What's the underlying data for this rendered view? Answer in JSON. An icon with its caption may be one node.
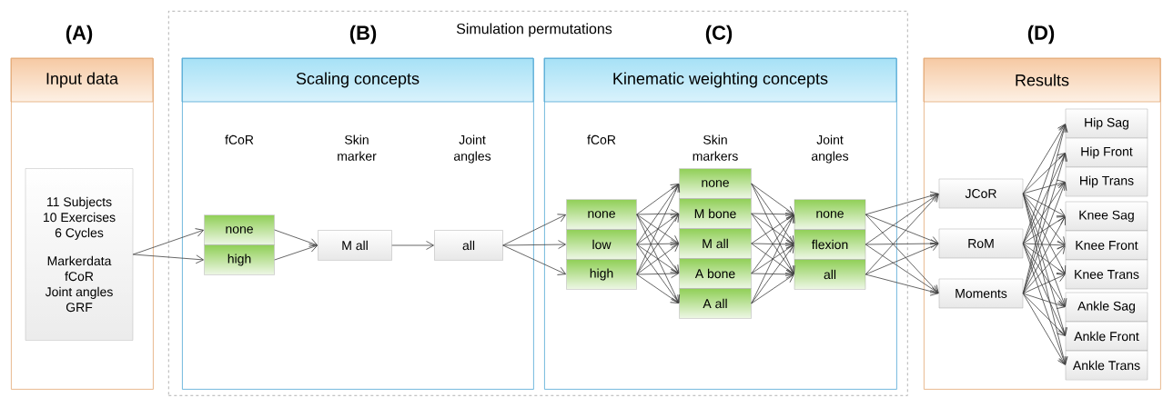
{
  "diagram": {
    "nodes": [
      {
        "text": [
          "Input data"
        ]
      },
      {
        "text": [
          "11 Subjects",
          "10 Exercises",
          "6 Cycles",
          "Markerdata",
          "fCoR",
          "Joint angles",
          "GRF"
        ],
        "in": 0
      },
      {
        "text": [
          "Simulation permutations"
        ]
      },
      {
        "text": [
          "Scaling concepts"
        ],
        "in": 2
      },
      {
        "text": [
          "none"
        ],
        "in": 3
      },
      {
        "text": [
          "high"
        ],
        "in": 3
      },
      {
        "text": [
          "M all"
        ],
        "in": 3
      },
      {
        "text": [
          "all"
        ],
        "in": 3
      },
      {
        "text": [
          "Kinematic weighting concepts"
        ],
        "in": 2
      },
      {
        "text": [
          "none"
        ],
        "in": 8
      },
      {
        "text": [
          "low"
        ],
        "in": 8
      },
      {
        "text": [
          "high"
        ],
        "in": 8
      },
      {
        "text": [
          "none"
        ],
        "in": 8
      },
      {
        "text": [
          "M bone"
        ],
        "in": 8
      },
      {
        "text": [
          "M all"
        ],
        "in": 8
      },
      {
        "text": [
          "A bone"
        ],
        "in": 8
      },
      {
        "text": [
          "A all"
        ],
        "in": 8
      },
      {
        "text": [
          "none"
        ],
        "in": 8
      },
      {
        "text": [
          "flexion"
        ],
        "in": 8
      },
      {
        "text": [
          "all"
        ],
        "in": 8
      },
      {
        "text": [
          "Results"
        ]
      },
      {
        "text": [
          "JCoR"
        ],
        "in": 20
      },
      {
        "text": [
          "RoM"
        ],
        "in": 20
      },
      {
        "text": [
          "Moments"
        ],
        "in": 20
      },
      {
        "text": [
          "Hip Sag"
        ],
        "in": 20
      },
      {
        "text": [
          "Hip Front"
        ],
        "in": 20
      },
      {
        "text": [
          "Hip Trans"
        ],
        "in": 20
      },
      {
        "text": [
          "Knee Sag"
        ],
        "in": 20
      },
      {
        "text": [
          "Knee Front"
        ],
        "in": 20
      },
      {
        "text": [
          "Knee Trans"
        ],
        "in": 20
      },
      {
        "text": [
          "Ankle Sag"
        ],
        "in": 20
      },
      {
        "text": [
          "Ankle Front"
        ],
        "in": 20
      },
      {
        "text": [
          "Ankle Trans"
        ],
        "in": 20
      }
    ],
    "edges": [
      {
        "from": 1,
        "to": 4,
        "arrow": "to"
      },
      {
        "from": 1,
        "to": 5,
        "arrow": "to"
      },
      {
        "from": 4,
        "to": 6,
        "arrow": "to"
      },
      {
        "from": 5,
        "to": 6,
        "arrow": "to"
      },
      {
        "from": 6,
        "to": 7,
        "arrow": "to"
      },
      {
        "from": 7,
        "to": 9,
        "arrow": "to"
      },
      {
        "from": 7,
        "to": 10,
        "arrow": "to"
      },
      {
        "from": 7,
        "to": 11,
        "arrow": "to"
      },
      {
        "from": 9,
        "to": 12,
        "arrow": "to"
      },
      {
        "from": 9,
        "to": 13,
        "arrow": "to"
      },
      {
        "from": 9,
        "to": 14,
        "arrow": "to"
      },
      {
        "from": 9,
        "to": 15,
        "arrow": "to"
      },
      {
        "from": 9,
        "to": 16,
        "arrow": "to"
      },
      {
        "from": 10,
        "to": 12,
        "arrow": "to"
      },
      {
        "from": 10,
        "to": 13,
        "arrow": "to"
      },
      {
        "from": 10,
        "to": 14,
        "arrow": "to"
      },
      {
        "from": 10,
        "to": 15,
        "arrow": "to"
      },
      {
        "from": 10,
        "to": 16,
        "arrow": "to"
      },
      {
        "from": 11,
        "to": 12,
        "arrow": "to"
      },
      {
        "from": 11,
        "to": 13,
        "arrow": "to"
      },
      {
        "from": 11,
        "to": 14,
        "arrow": "to"
      },
      {
        "from": 11,
        "to": 15,
        "arrow": "to"
      },
      {
        "from": 11,
        "to": 16,
        "arrow": "to"
      },
      {
        "from": 12,
        "to": 17,
        "arrow": "to"
      },
      {
        "from": 12,
        "to": 18,
        "arrow": "to"
      },
      {
        "from": 12,
        "to": 19,
        "arrow": "to"
      },
      {
        "from": 13,
        "to": 17,
        "arrow": "to"
      },
      {
        "from": 13,
        "to": 18,
        "arrow": "to"
      },
      {
        "from": 13,
        "to": 19,
        "arrow": "to"
      },
      {
        "from": 14,
        "to": 17,
        "arrow": "to"
      },
      {
        "from": 14,
        "to": 18,
        "arrow": "to"
      },
      {
        "from": 14,
        "to": 19,
        "arrow": "to"
      },
      {
        "from": 15,
        "to": 17,
        "arrow": "to"
      },
      {
        "from": 15,
        "to": 18,
        "arrow": "to"
      },
      {
        "from": 15,
        "to": 19,
        "arrow": "to"
      },
      {
        "from": 16,
        "to": 17,
        "arrow": "to"
      },
      {
        "from": 16,
        "to": 18,
        "arrow": "to"
      },
      {
        "from": 16,
        "to": 19,
        "arrow": "to"
      },
      {
        "from": 17,
        "to": 21,
        "arrow": "to"
      },
      {
        "from": 17,
        "to": 22,
        "arrow": "to"
      },
      {
        "from": 17,
        "to": 23,
        "arrow": "to"
      },
      {
        "from": 18,
        "to": 21,
        "arrow": "to"
      },
      {
        "from": 18,
        "to": 22,
        "arrow": "to"
      },
      {
        "from": 18,
        "to": 23,
        "arrow": "to"
      },
      {
        "from": 19,
        "to": 21,
        "arrow": "to"
      },
      {
        "from": 19,
        "to": 22,
        "arrow": "to"
      },
      {
        "from": 19,
        "to": 23,
        "arrow": "to"
      },
      {
        "from": 21,
        "to": 24,
        "arrow": "to"
      },
      {
        "from": 21,
        "to": 25,
        "arrow": "to"
      },
      {
        "from": 21,
        "to": 26,
        "arrow": "to"
      },
      {
        "from": 21,
        "to": 27,
        "arrow": "to"
      },
      {
        "from": 21,
        "to": 28,
        "arrow": "to"
      },
      {
        "from": 21,
        "to": 29,
        "arrow": "to"
      },
      {
        "from": 21,
        "to": 30,
        "arrow": "to"
      },
      {
        "from": 21,
        "to": 31,
        "arrow": "to"
      },
      {
        "from": 21,
        "to": 32,
        "arrow": "to"
      },
      {
        "from": 22,
        "to": 24,
        "arrow": "to"
      },
      {
        "from": 22,
        "to": 25,
        "arrow": "to"
      },
      {
        "from": 22,
        "to": 26,
        "arrow": "to"
      },
      {
        "from": 22,
        "to": 27,
        "arrow": "to"
      },
      {
        "from": 22,
        "to": 28,
        "arrow": "to"
      },
      {
        "from": 22,
        "to": 29,
        "arrow": "to"
      },
      {
        "from": 22,
        "to": 30,
        "arrow": "to"
      },
      {
        "from": 22,
        "to": 31,
        "arrow": "to"
      },
      {
        "from": 22,
        "to": 32,
        "arrow": "to"
      },
      {
        "from": 23,
        "to": 24,
        "arrow": "to"
      },
      {
        "from": 23,
        "to": 25,
        "arrow": "to"
      },
      {
        "from": 23,
        "to": 26,
        "arrow": "to"
      },
      {
        "from": 23,
        "to": 27,
        "arrow": "to"
      },
      {
        "from": 23,
        "to": 28,
        "arrow": "to"
      },
      {
        "from": 23,
        "to": 29,
        "arrow": "to"
      },
      {
        "from": 23,
        "to": 30,
        "arrow": "to"
      },
      {
        "from": 23,
        "to": 31,
        "arrow": "to"
      },
      {
        "from": 23,
        "to": 32,
        "arrow": "to"
      }
    ],
    "labels": [
      "(A)",
      "(B)",
      "(C)",
      "(D)",
      "fCoR",
      "Skin marker",
      "Joint angles",
      "fCoR",
      "Skin markers",
      "Joint angles"
    ]
  }
}
